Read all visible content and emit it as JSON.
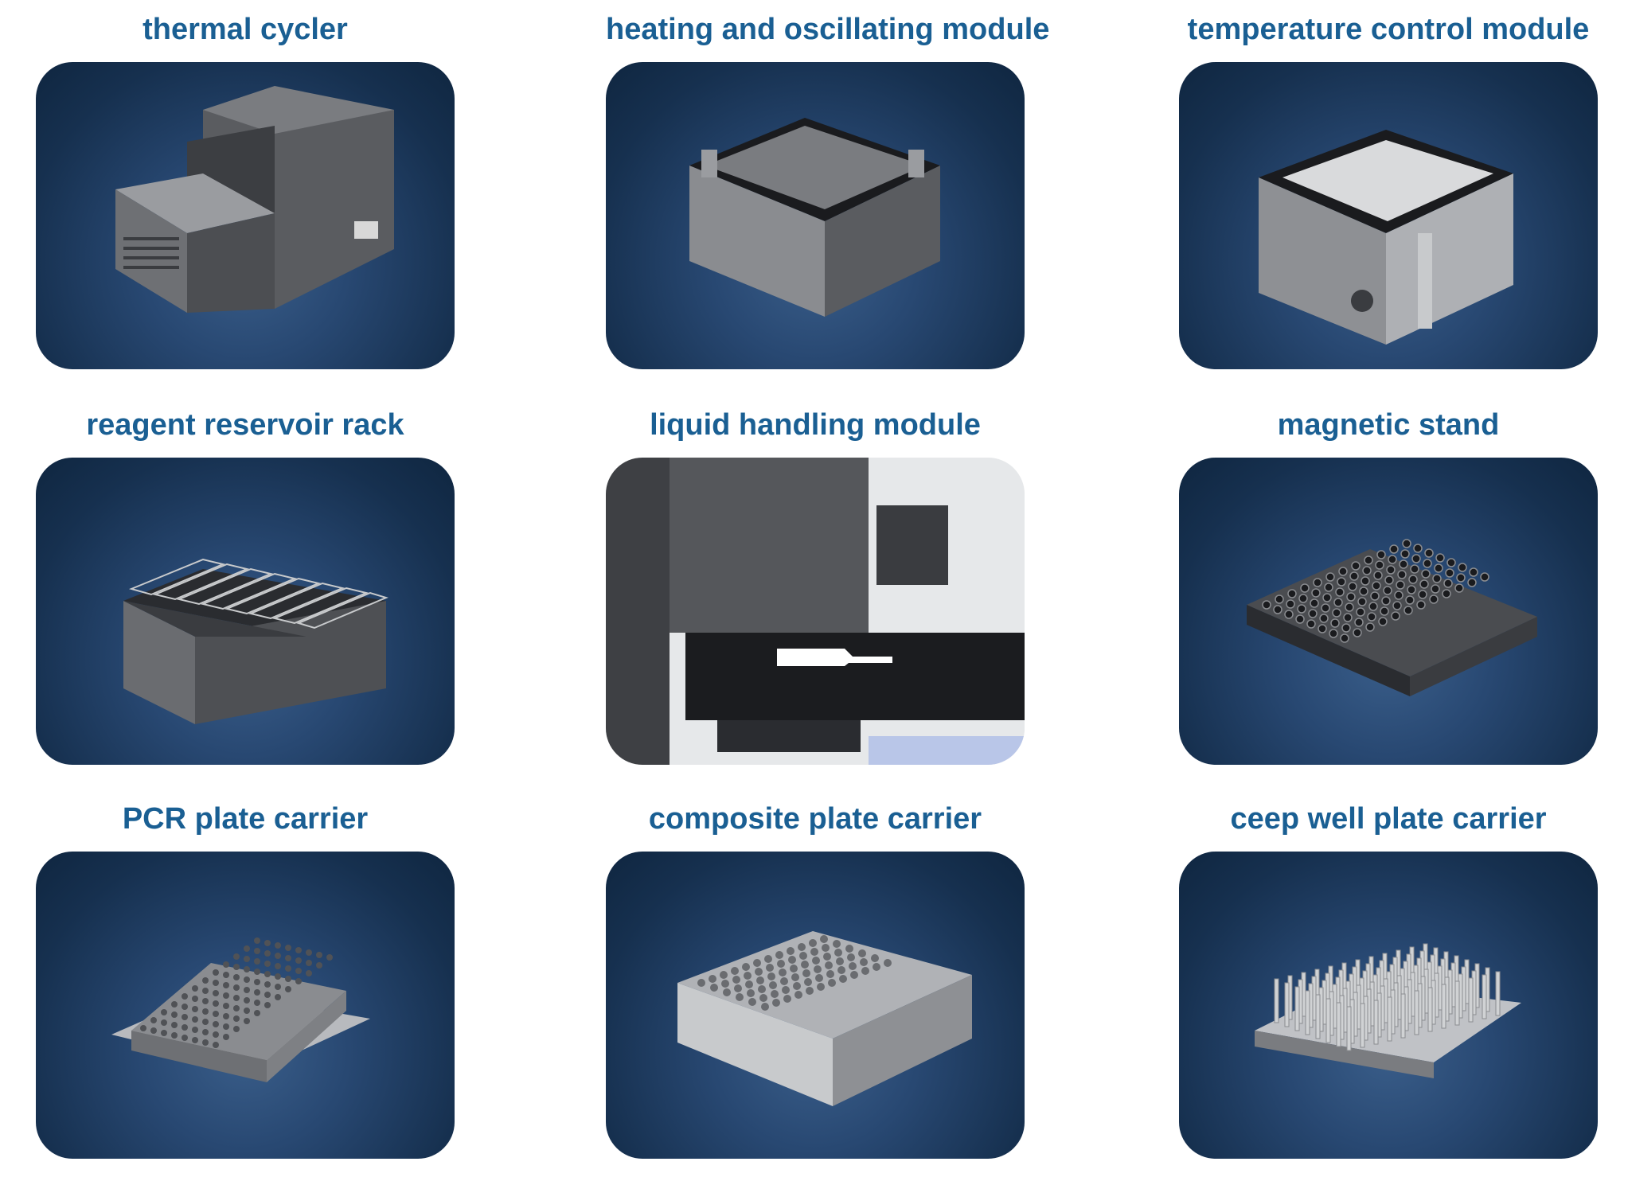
{
  "modules": [
    {
      "label": "thermal cycler",
      "icon": "thermal-cycler-image"
    },
    {
      "label": "heating and oscillating module",
      "icon": "heating-oscillating-module-image"
    },
    {
      "label": "temperature control module",
      "icon": "temperature-control-module-image"
    },
    {
      "label": "reagent reservoir rack",
      "icon": "reagent-reservoir-rack-image"
    },
    {
      "label": "liquid handling module",
      "icon": "liquid-handling-module-image"
    },
    {
      "label": "magnetic stand",
      "icon": "magnetic-stand-image"
    },
    {
      "label": "PCR plate carrier",
      "icon": "pcr-plate-carrier-image"
    },
    {
      "label": "composite plate carrier",
      "icon": "composite-plate-carrier-image"
    },
    {
      "label": "ceep well plate carrier",
      "icon": "deep-well-plate-carrier-image"
    }
  ],
  "colors": {
    "title": "#1a5f93",
    "tile_bg": "#1c3a60"
  }
}
